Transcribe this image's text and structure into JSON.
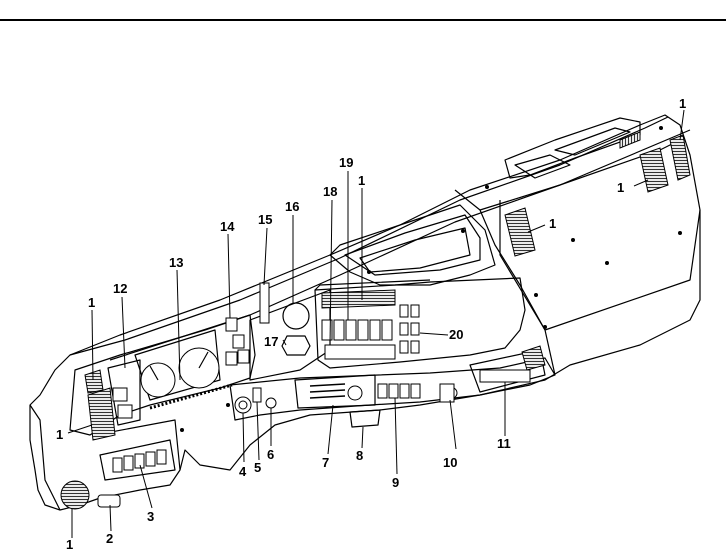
{
  "callouts": {
    "c1": "1",
    "c2": "2",
    "c3": "3",
    "c4": "4",
    "c5": "5",
    "c6": "6",
    "c7": "7",
    "c8": "8",
    "c9": "9",
    "c10": "10",
    "c11": "11",
    "c12": "12",
    "c13": "13",
    "c14": "14",
    "c15": "15",
    "c16": "16",
    "c17": "17",
    "c18": "18",
    "c19": "19",
    "c20": "20"
  },
  "colors": {
    "line": "#000000",
    "background": "#ffffff",
    "grille": "#555555"
  }
}
